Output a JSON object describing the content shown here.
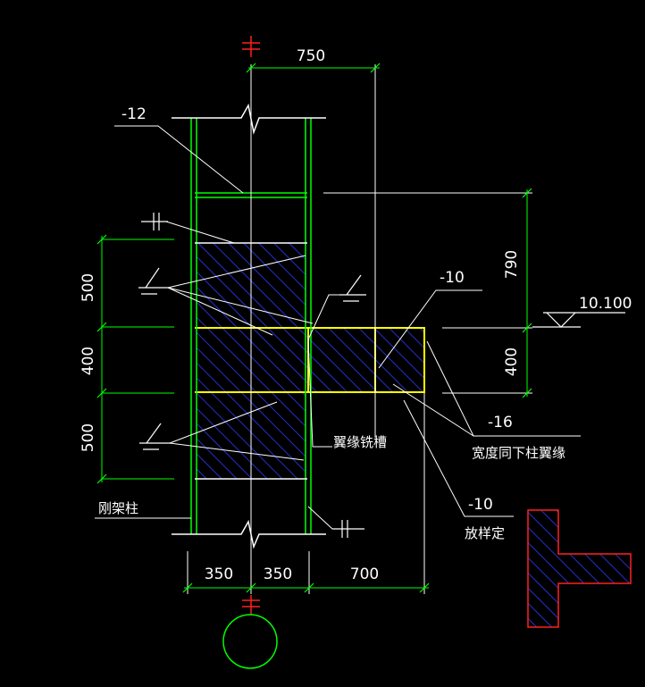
{
  "dimensions": {
    "top_span": "750",
    "left_upper": "500",
    "left_mid": "400",
    "left_lower": "500",
    "right_upper": "790",
    "right_lower": "400",
    "bottom_a": "350",
    "bottom_b": "350",
    "bottom_c": "700"
  },
  "labels": {
    "plate_top": "-12",
    "plate_mid": "-10",
    "plate_right": "-16",
    "plate_bottom": "-10",
    "elevation": "10.100",
    "flange_slot": "翼缘铣槽",
    "width_note": "宽度同下柱翼缘",
    "layout_note": "放样定",
    "column": "刚架柱"
  },
  "colors": {
    "background": "#000000",
    "structure": "#00ff00",
    "hatch": "#2f3bff",
    "plate": "#ffff00",
    "text": "#ffffff",
    "axis_marker": "#ff2020",
    "section_outline": "#ff2020"
  }
}
